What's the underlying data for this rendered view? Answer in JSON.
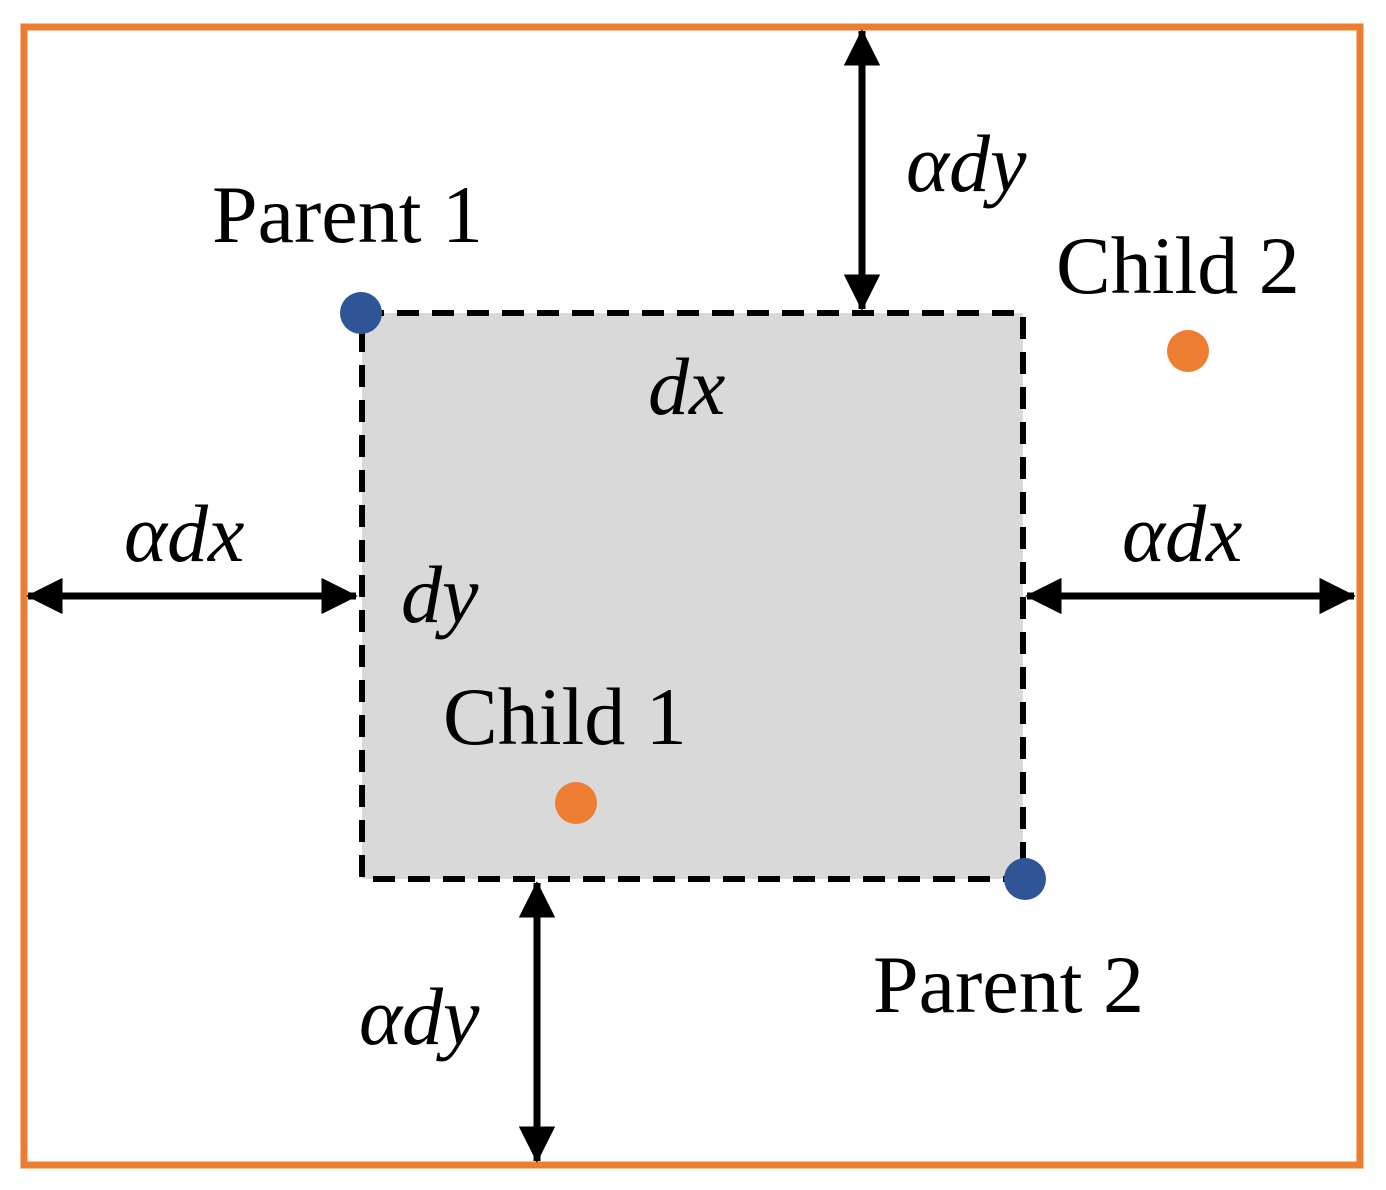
{
  "colors": {
    "outer_border": "#ED7D31",
    "inner_fill": "#D9D9D9",
    "inner_border": "#000000",
    "parent_point": "#2F5597",
    "child_point": "#ED7D31",
    "arrow": "#000000"
  },
  "labels": {
    "parent1": "Parent 1",
    "parent2": "Parent 2",
    "child1": "Child 1",
    "child2": "Child 2",
    "dx": "dx",
    "dy": "dy",
    "alpha_dy_top": "αdy",
    "alpha_dy_bottom": "αdy",
    "alpha_dx_left": "αdx",
    "alpha_dx_right": "αdx"
  }
}
